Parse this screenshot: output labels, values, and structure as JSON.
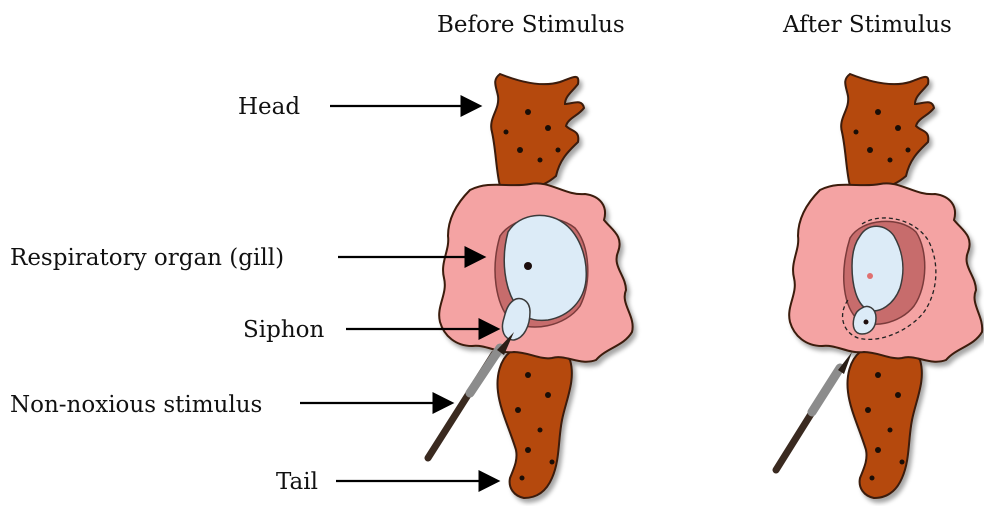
{
  "panels": {
    "before_title": "Before Stimulus",
    "after_title": "After Stimulus"
  },
  "labels": {
    "head": "Head",
    "gill": "Respiratory organ (gill)",
    "siphon": "Siphon",
    "stimulus": "Non-noxious stimulus",
    "tail": "Tail"
  },
  "colors": {
    "body": "#B5490E",
    "body_outline": "#3A1A08",
    "spots": "#1A0E07",
    "mantle": "#F4A3A3",
    "mantle_shadow": "#C76C6C",
    "gill": "#DCEBF7",
    "brush_handle": "#5A5A5A",
    "brush_tip": "#2A1E16"
  }
}
